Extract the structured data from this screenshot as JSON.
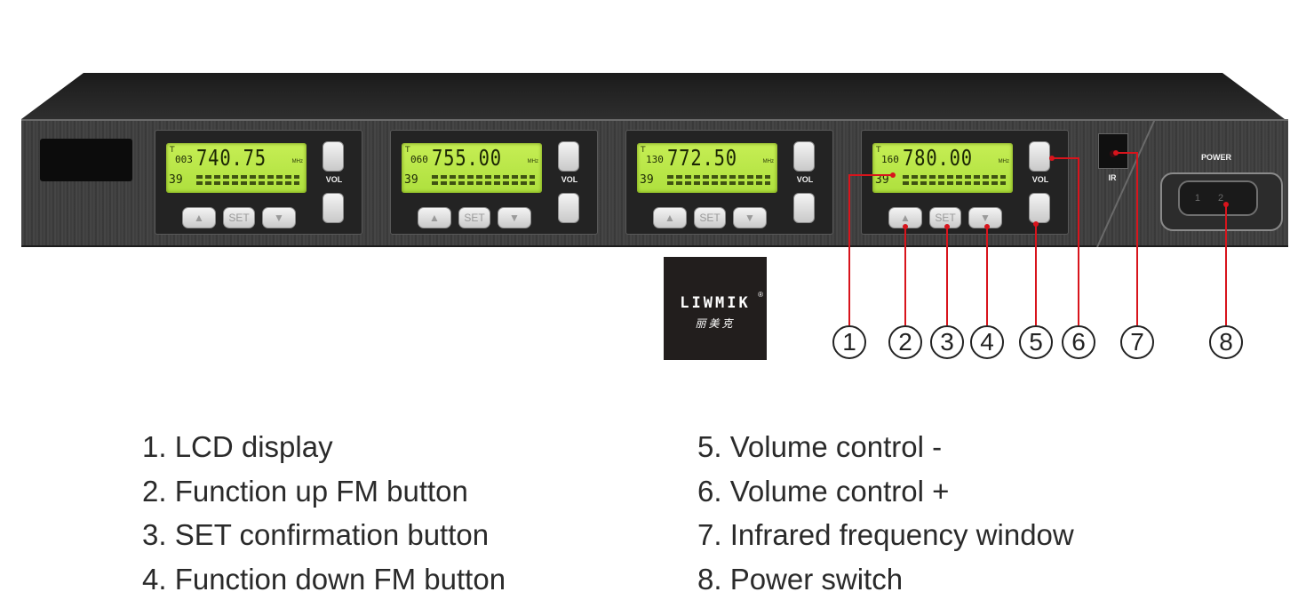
{
  "channels": [
    {
      "antenna": "T",
      "channel": "003",
      "frequency": "740.75",
      "unit": "MHz",
      "sub": "39"
    },
    {
      "antenna": "T",
      "channel": "060",
      "frequency": "755.00",
      "unit": "MHz",
      "sub": "39"
    },
    {
      "antenna": "T",
      "channel": "130",
      "frequency": "772.50",
      "unit": "MHz",
      "sub": "39"
    },
    {
      "antenna": "T",
      "channel": "160",
      "frequency": "780.00",
      "unit": "MHz",
      "sub": "39"
    }
  ],
  "buttons": {
    "set": "SET",
    "vol": "VOL"
  },
  "ir_label": "IR",
  "power_label": "POWER",
  "logo": {
    "brand": "LIWMIK",
    "chinese": "丽美克",
    "reg": "®"
  },
  "callouts": [
    "①",
    "②",
    "③",
    "④",
    "⑤",
    "⑥",
    "⑦",
    "⑧"
  ],
  "legend_left": [
    "1. LCD display",
    "2. Function up FM button",
    "3. SET confirmation button",
    "4. Function down FM button"
  ],
  "legend_right": [
    "5. Volume control -",
    "6. Volume control +",
    "7. Infrared frequency window",
    "8. Power switch"
  ]
}
